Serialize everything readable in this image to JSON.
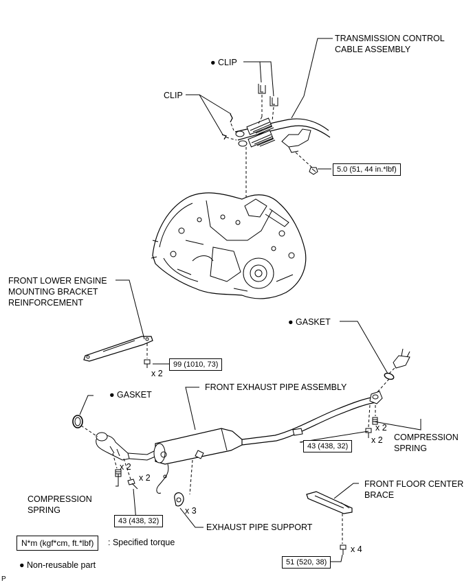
{
  "labels": {
    "transmission_cable": [
      "TRANSMISSION CONTROL",
      "CABLE ASSEMBLY"
    ],
    "clip_nonreusable": "● CLIP",
    "clip": "CLIP",
    "front_lower_bracket": [
      "FRONT LOWER ENGINE",
      "MOUNTING BRACKET",
      "REINFORCEMENT"
    ],
    "gasket_right": "● GASKET",
    "gasket_left": "● GASKET",
    "front_exhaust_pipe": "FRONT EXHAUST PIPE ASSEMBLY",
    "compression_spring_right": [
      "COMPRESSION",
      "SPRING"
    ],
    "compression_spring_left": [
      "COMPRESSION",
      "SPRING"
    ],
    "front_floor_brace": [
      "FRONT FLOOR CENTER",
      "BRACE"
    ],
    "exhaust_pipe_support": "EXHAUST PIPE SUPPORT"
  },
  "torques": {
    "cable_bolt": "5.0 (51, 44 in.*lbf)",
    "bracket_bolt": "99 (1010, 73)",
    "pipe_front_bolt": "43 (438, 32)",
    "pipe_rear_bolt": "43 (438, 32)",
    "brace_bolt": "51 (520, 38)"
  },
  "counts": {
    "bracket_bolt": "x 2",
    "pipe_rear_bolt": "x 2",
    "pipe_rear_spring": "x 2",
    "pipe_front_spring": "x 2",
    "pipe_front_bolt": "x 2",
    "support": "x 3",
    "brace_bolt": "x 4"
  },
  "legend": {
    "torque_unit": "N*m (kgf*cm, ft.*lbf)",
    "torque_text": ": Specified torque",
    "nonreusable": "● Non-reusable part",
    "corner_mark": "P"
  },
  "colors": {
    "ink": "#000000",
    "paper": "#ffffff",
    "shade": "#d8d8d8"
  }
}
